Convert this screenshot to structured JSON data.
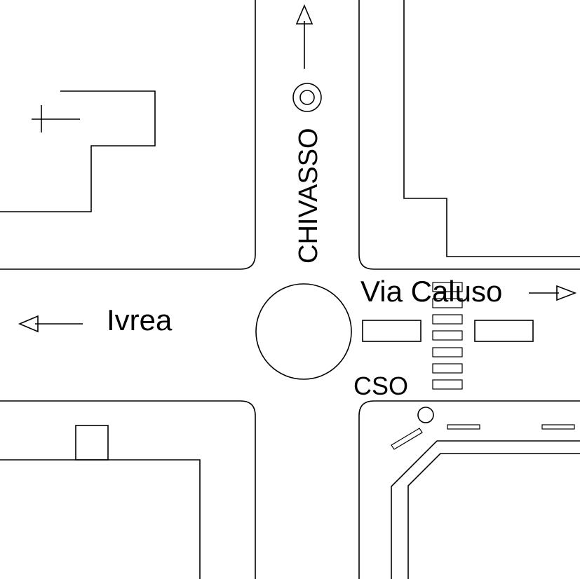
{
  "labels": {
    "north": "CHIVASSO",
    "west": "Ivrea",
    "east": "Via Caluso",
    "corner": "CSO"
  },
  "colors": {
    "stroke": "#000000",
    "background": "#ffffff"
  }
}
